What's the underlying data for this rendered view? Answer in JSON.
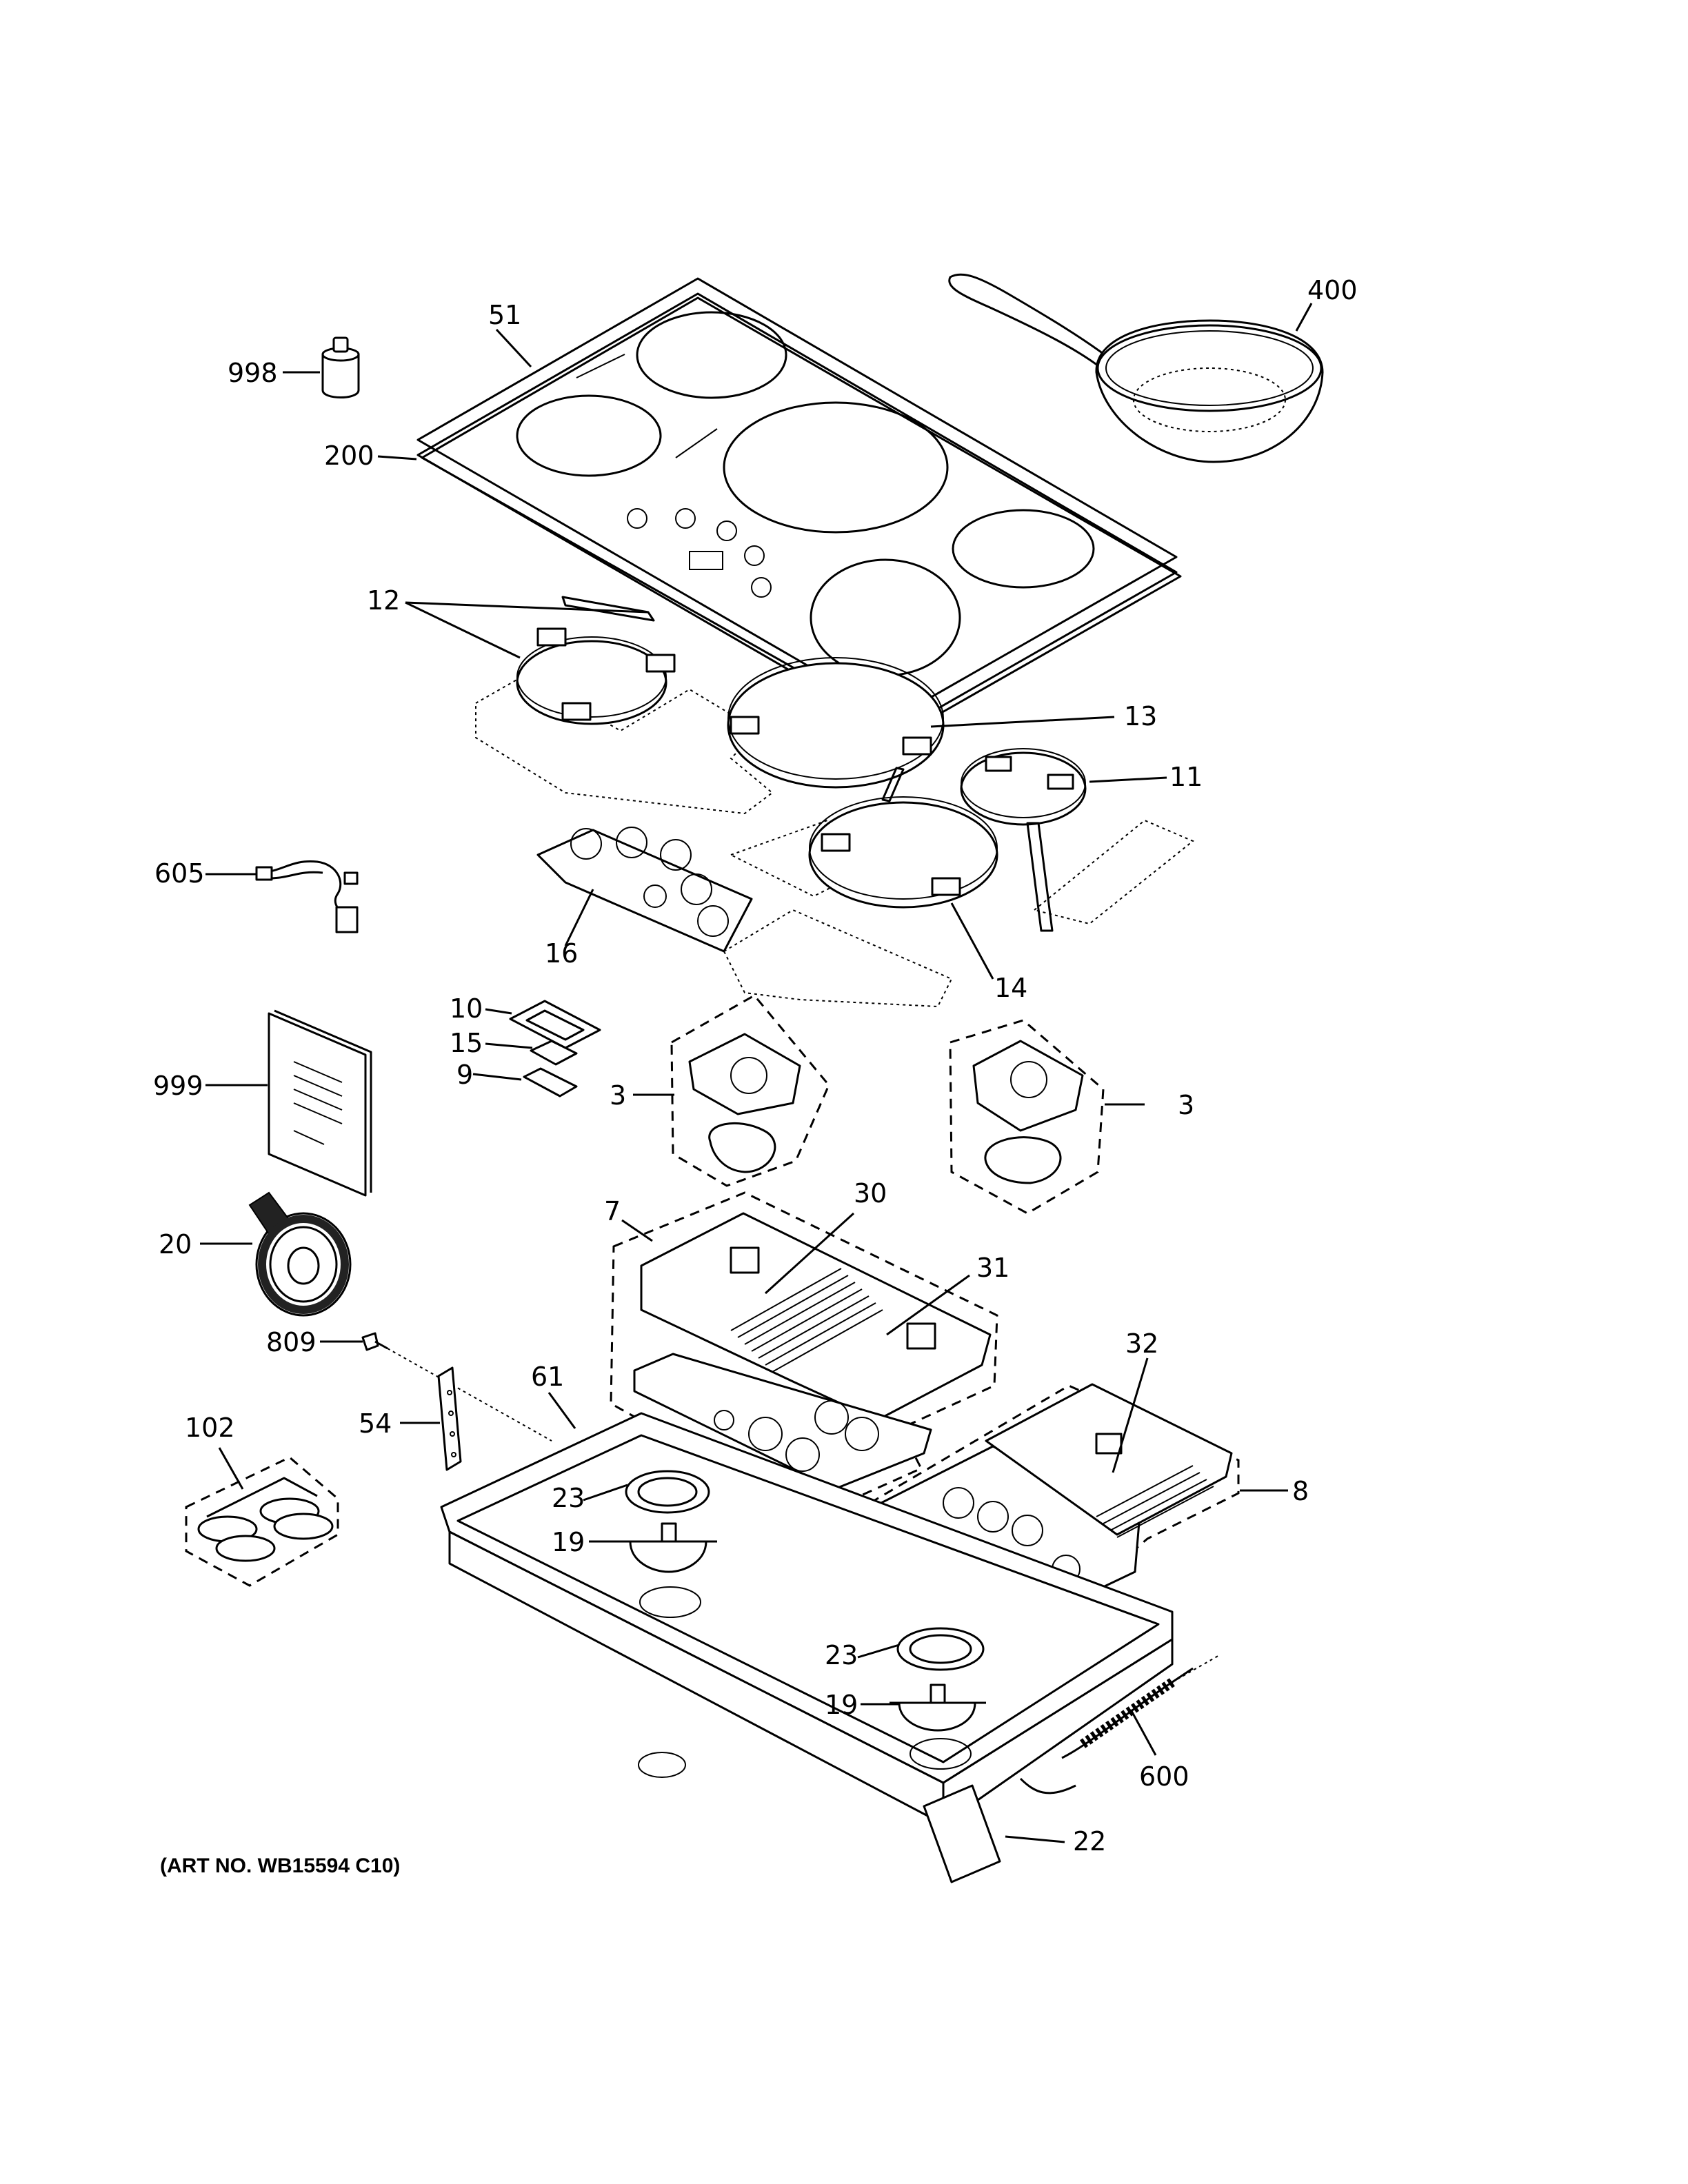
{
  "callouts": [
    {
      "id": "c51",
      "text": "51"
    },
    {
      "id": "c400",
      "text": "400"
    },
    {
      "id": "c998",
      "text": "998"
    },
    {
      "id": "c200",
      "text": "200"
    },
    {
      "id": "c12",
      "text": "12"
    },
    {
      "id": "c13",
      "text": "13"
    },
    {
      "id": "c11",
      "text": "11"
    },
    {
      "id": "c605",
      "text": "605"
    },
    {
      "id": "c16",
      "text": "16"
    },
    {
      "id": "c14",
      "text": "14"
    },
    {
      "id": "c10",
      "text": "10"
    },
    {
      "id": "c15",
      "text": "15"
    },
    {
      "id": "c9",
      "text": "9"
    },
    {
      "id": "c3a",
      "text": "3"
    },
    {
      "id": "c3b",
      "text": "3"
    },
    {
      "id": "c999",
      "text": "999"
    },
    {
      "id": "c20",
      "text": "20"
    },
    {
      "id": "c7",
      "text": "7"
    },
    {
      "id": "c30",
      "text": "30"
    },
    {
      "id": "c31",
      "text": "31"
    },
    {
      "id": "c809",
      "text": "809"
    },
    {
      "id": "c61",
      "text": "61"
    },
    {
      "id": "c32",
      "text": "32"
    },
    {
      "id": "c54",
      "text": "54"
    },
    {
      "id": "c102",
      "text": "102"
    },
    {
      "id": "c8",
      "text": "8"
    },
    {
      "id": "c23a",
      "text": "23"
    },
    {
      "id": "c19a",
      "text": "19"
    },
    {
      "id": "c23b",
      "text": "23"
    },
    {
      "id": "c19b",
      "text": "19"
    },
    {
      "id": "c600",
      "text": "600"
    },
    {
      "id": "c22",
      "text": "22"
    }
  ],
  "art_number": "(ART NO. WB15594 C10)"
}
